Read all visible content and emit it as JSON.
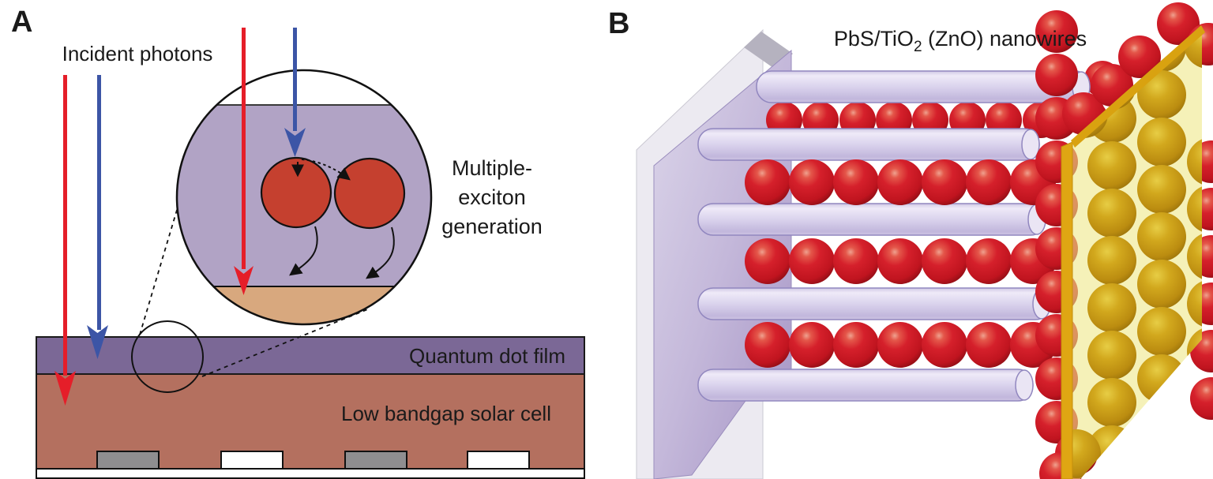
{
  "panel_a": {
    "label": "A",
    "incident_photons": "Incident photons",
    "meg_line1": "Multiple-",
    "meg_line2": "exciton",
    "meg_line3": "generation",
    "quantum_dot_film": "Quantum dot film",
    "solar_cell": "Low bandgap solar cell"
  },
  "panel_b": {
    "label": "B",
    "title_prefix": "PbS/TiO",
    "title_sub": "2",
    "title_suffix": " (ZnO) nanowires"
  },
  "colors": {
    "quantum_dot_film_layer": "#7b6896",
    "solar_cell_layer": "#b4705f",
    "magnifier_film": "#b1a3c5",
    "magnifier_cell": "#d8a87e",
    "quantum_dot": "#c5402f",
    "photon_red": "#e51e29",
    "photon_blue": "#3c55a6",
    "nanowire_body": "#d9d2ec",
    "nanowire_outline": "#9187bf",
    "sphere_red": "#d01f2a",
    "gold_electrode": "#dfa613",
    "substrate_lavender": "#c0b3d8",
    "contact_gray": "#8f8e90"
  }
}
